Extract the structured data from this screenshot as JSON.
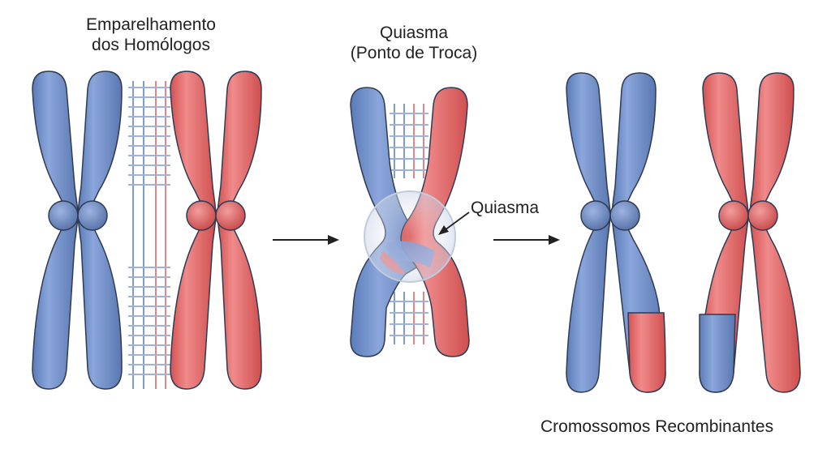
{
  "labels": {
    "pairing_line1": "Emparelhamento",
    "pairing_line2": "dos Homólogos",
    "chiasma_title_line1": "Quiasma",
    "chiasma_title_line2": "(Ponto de Troca)",
    "chiasma_pointer": "Quiasma",
    "recombinant": "Cromossomos Recombinantes"
  },
  "colors": {
    "maternal_blue": "#6f8fc9",
    "paternal_red": "#e06666",
    "outline": "#2f3b52",
    "arrow": "#222222"
  },
  "icons": [
    "right-arrow-icon",
    "right-arrow-icon",
    "pointer-arrow-icon"
  ]
}
